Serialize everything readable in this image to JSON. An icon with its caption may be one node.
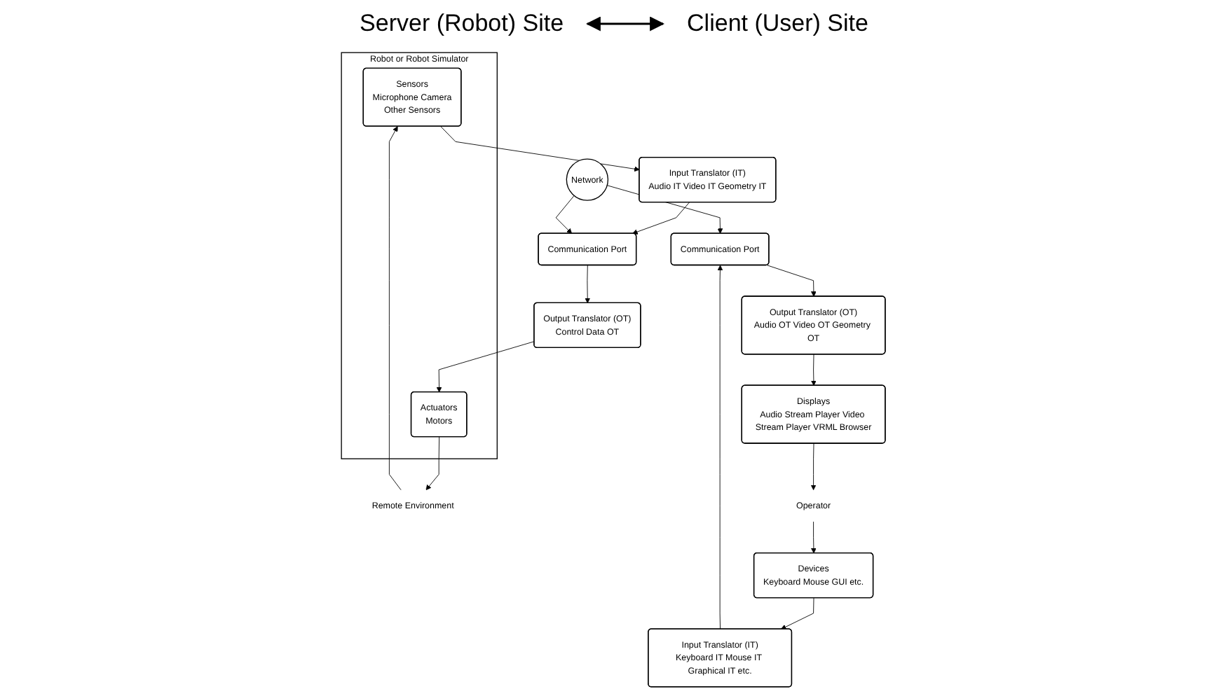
{
  "diagram": {
    "nodes": [
      {
        "text": [
          "Robot or Robot Simulator"
        ]
      },
      {
        "text": [
          "Sensors",
          "Microphone Camera",
          "Other Sensors"
        ],
        "in": 0
      },
      {
        "text": [
          "Actuators",
          "Motors"
        ],
        "in": 0
      },
      {
        "text": [
          "Remote Environment"
        ]
      },
      {
        "text": [
          "Input Translator (IT)",
          "Audio IT Video IT Geometry IT"
        ]
      },
      {
        "text": [
          "Communication Port"
        ]
      },
      {
        "text": [
          "Output Translator (OT)",
          "Control Data OT"
        ]
      },
      {
        "text": [
          "Network"
        ]
      },
      {
        "text": [
          "Communication Port"
        ]
      },
      {
        "text": [
          "Output Translator (OT)",
          "Audio OT Video OT Geometry OT"
        ]
      },
      {
        "text": [
          "Displays",
          "Audio Stream Player Video Stream Player VRML Browser"
        ]
      },
      {
        "text": [
          "Operator"
        ]
      },
      {
        "text": [
          "Devices",
          "Keyboard Mouse GUI etc."
        ]
      },
      {
        "text": [
          "Input Translator (IT)",
          "Keyboard IT Mouse IT Graphical IT etc."
        ]
      }
    ],
    "edges": [
      {
        "from": 1,
        "to": 4,
        "arrow": "to"
      },
      {
        "from": 4,
        "to": 5,
        "arrow": "to"
      },
      {
        "from": 7,
        "to": 5,
        "arrow": "to"
      },
      {
        "from": 5,
        "to": 6,
        "arrow": "to"
      },
      {
        "from": 6,
        "to": 2,
        "arrow": "to"
      },
      {
        "from": 2,
        "to": 3,
        "arrow": "to"
      },
      {
        "from": 3,
        "to": 1,
        "arrow": "to"
      },
      {
        "from": 7,
        "to": 8,
        "arrow": "to"
      },
      {
        "from": 8,
        "to": 9,
        "arrow": "to"
      },
      {
        "from": 9,
        "to": 10,
        "arrow": "to"
      },
      {
        "from": 10,
        "to": 11,
        "arrow": "to"
      },
      {
        "from": 11,
        "to": 12,
        "arrow": "to"
      },
      {
        "from": 12,
        "to": 13,
        "arrow": "to"
      },
      {
        "from": 13,
        "to": 8,
        "arrow": "to"
      }
    ],
    "labels": [
      "Server (Robot) Site",
      "Client (User) Site"
    ]
  }
}
